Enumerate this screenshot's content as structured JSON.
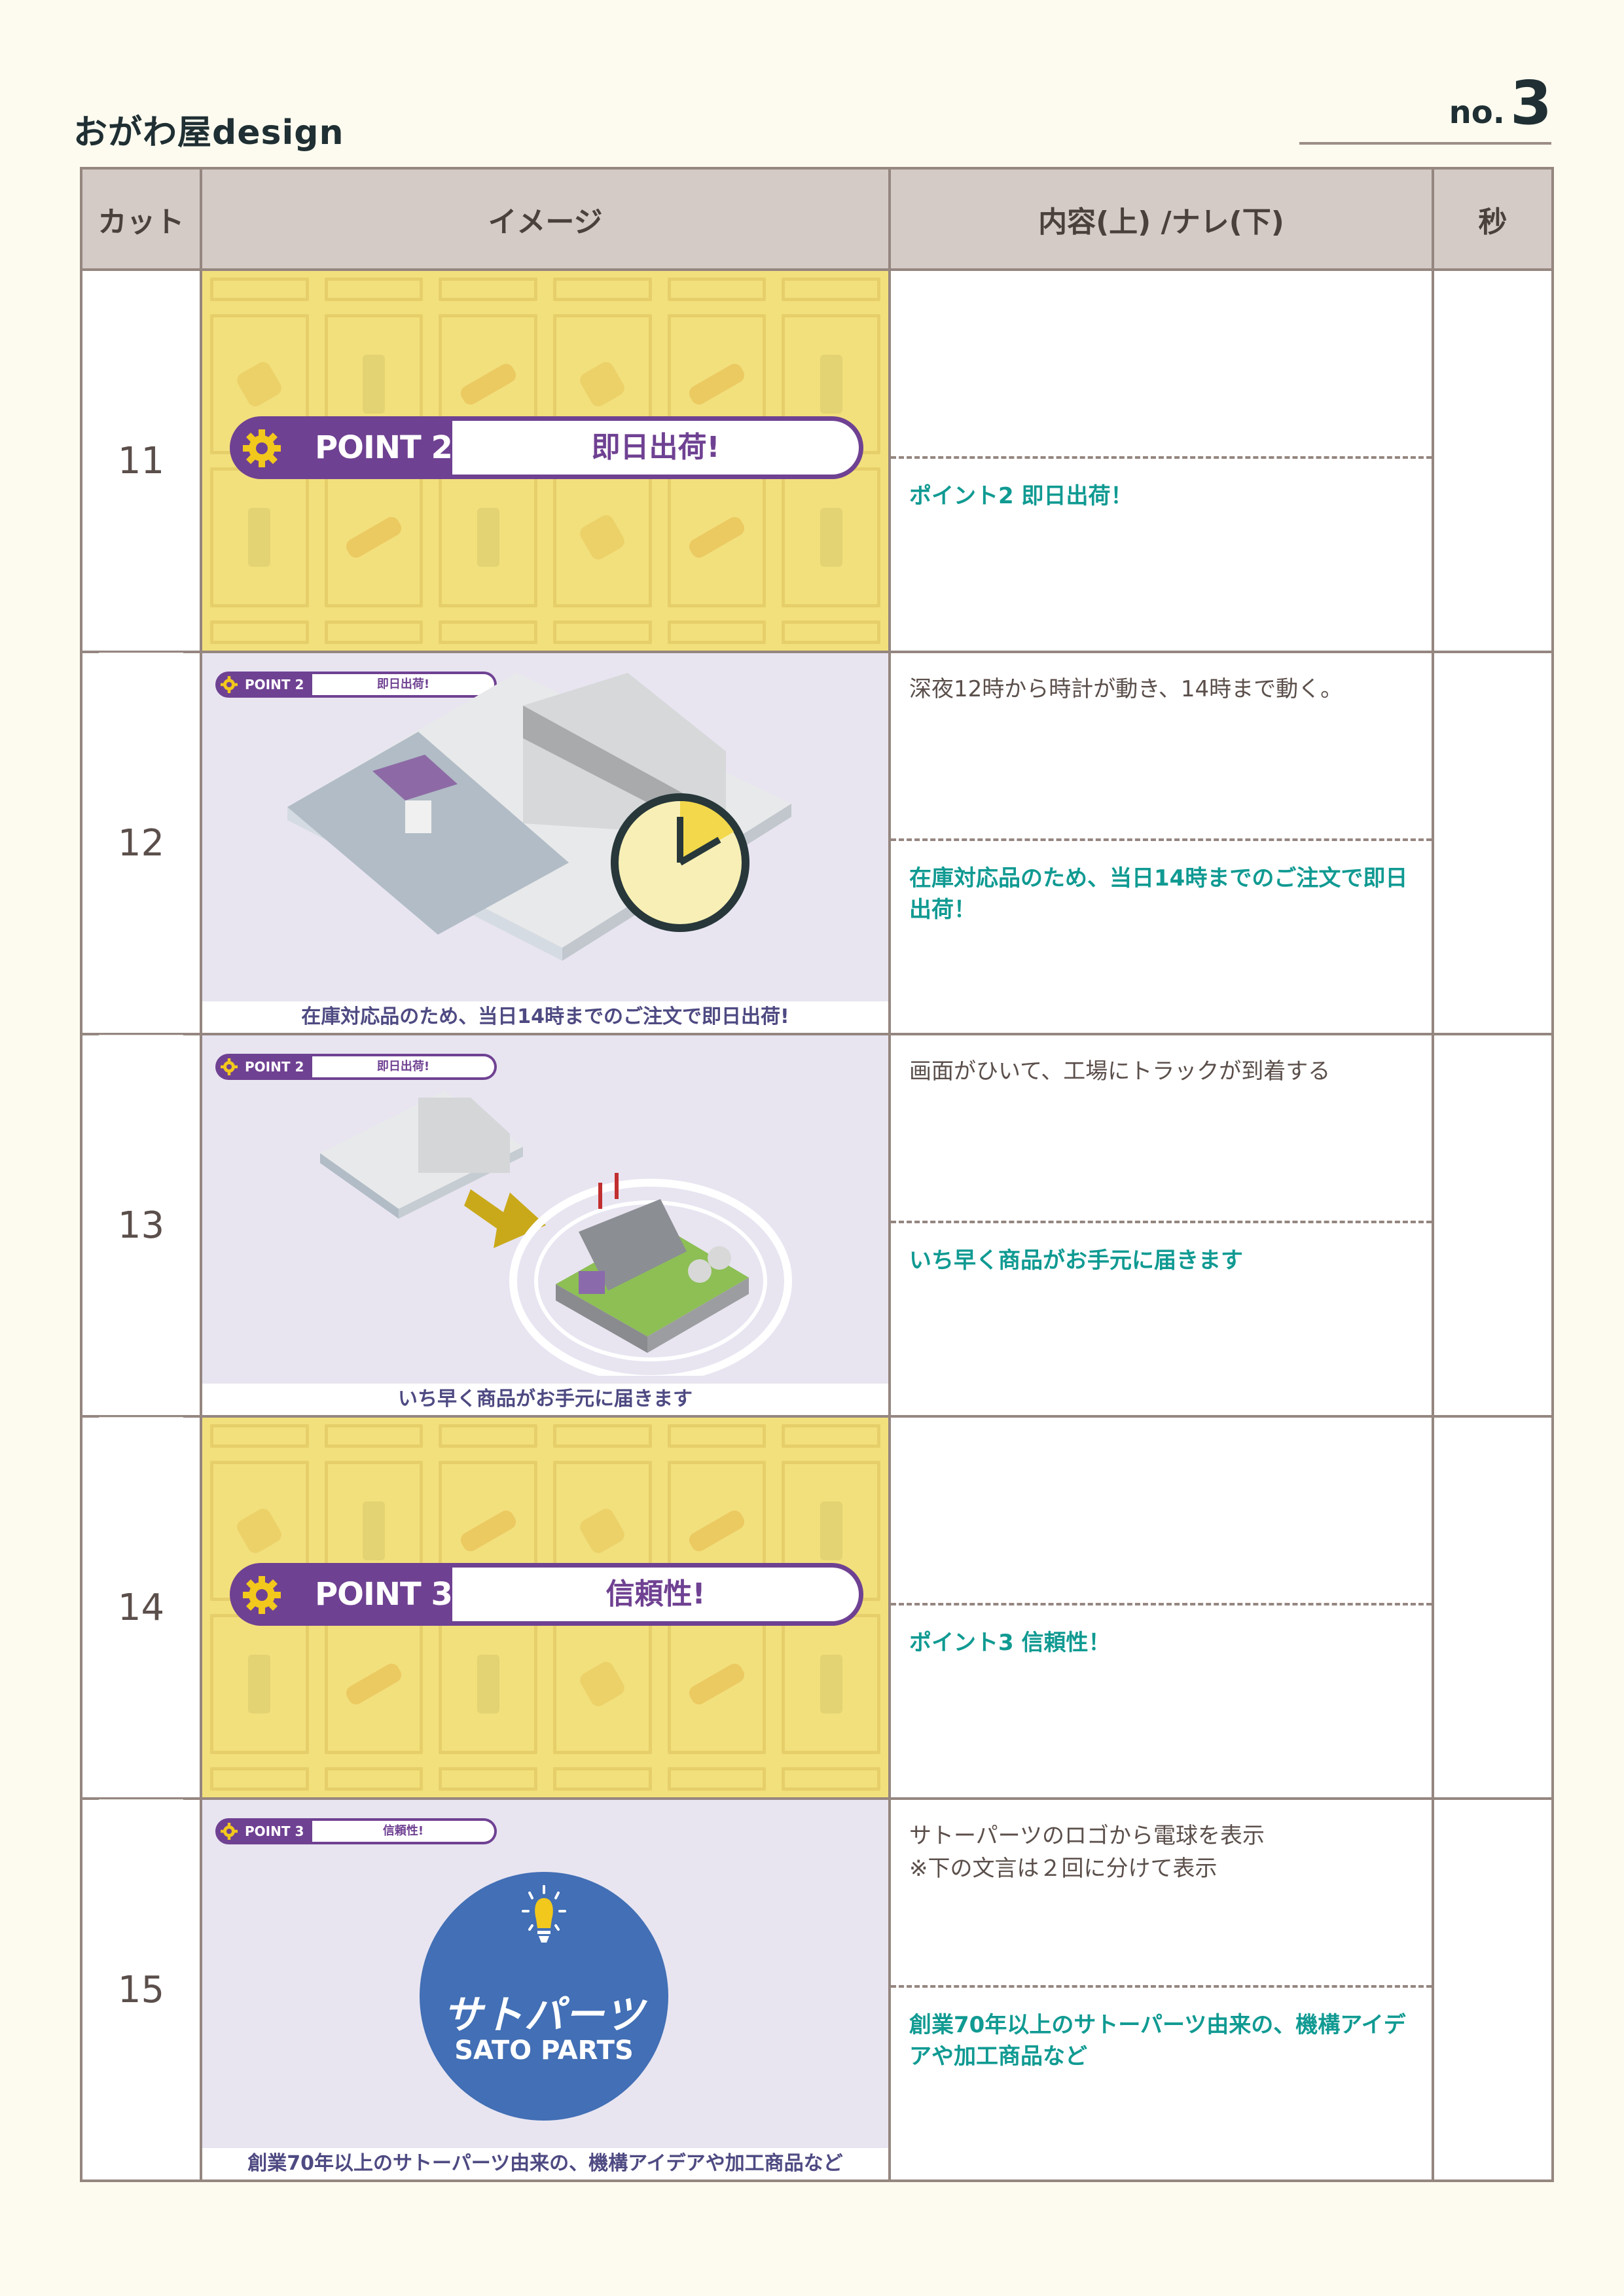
{
  "header": {
    "logo": "おがわ屋design",
    "page_label": "no.",
    "page_number": "3"
  },
  "table": {
    "columns": [
      "カット",
      "イメージ",
      "内容(上) /ナレ(下)",
      "秒"
    ],
    "rows": [
      {
        "cut": "11",
        "image": {
          "type": "point-title",
          "point": "POINT 2",
          "title": "即日出荷!"
        },
        "content_upper": "",
        "narration": "ポイント2 即日出荷！",
        "seconds": ""
      },
      {
        "cut": "12",
        "image": {
          "type": "scene",
          "point": "POINT 2",
          "title": "即日出荷!",
          "scene": "warehouse-truck-clock",
          "caption": "在庫対応品のため、当日14時までのご注文で即日出荷!"
        },
        "content_upper": "深夜12時から時計が動き、14時まで動く。",
        "narration": "在庫対応品のため、当日14時までのご注文で即日出荷！",
        "seconds": ""
      },
      {
        "cut": "13",
        "image": {
          "type": "scene",
          "point": "POINT 2",
          "title": "即日出荷!",
          "scene": "warehouse-to-factory",
          "caption": "いち早く商品がお手元に届きます"
        },
        "content_upper": "画面がひいて、工場にトラックが到着する",
        "narration": "いち早く商品がお手元に届きます",
        "seconds": ""
      },
      {
        "cut": "14",
        "image": {
          "type": "point-title",
          "point": "POINT 3",
          "title": "信頼性!"
        },
        "content_upper": "",
        "narration": "ポイント3 信頼性！",
        "seconds": ""
      },
      {
        "cut": "15",
        "image": {
          "type": "scene",
          "point": "POINT 3",
          "title": "信頼性!",
          "scene": "sato-parts-logo",
          "logo_jp": "サトパーツ",
          "logo_en": "SATO PARTS",
          "caption": "創業70年以上のサトーパーツ由来の、機構アイデアや加工商品など"
        },
        "content_upper_lines": [
          "サトーパーツのロゴから電球を表示",
          "※下の文言は２回に分けて表示"
        ],
        "narration": "創業70年以上のサトーパーツ由来の、機構アイデアや加工商品など",
        "seconds": ""
      }
    ]
  },
  "colors": {
    "page_bg": "#fdfbef",
    "header_bg": "#d4cbc7",
    "border": "#958680",
    "narration": "#109a92",
    "banner_purple": "#6f4192",
    "gear_yellow": "#f2c81c",
    "image_yellow": "#f2e07d",
    "image_lavender": "#e8e5f1",
    "logo_blue": "#426fb5"
  }
}
